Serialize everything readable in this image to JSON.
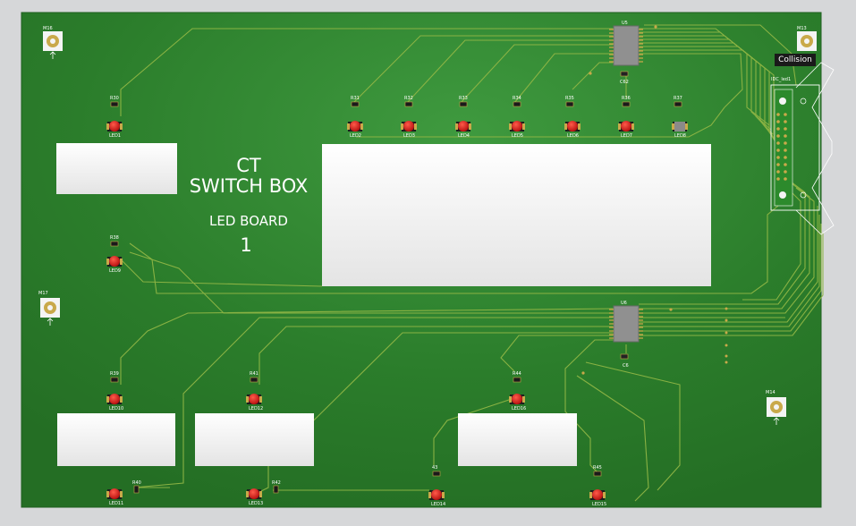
{
  "board": {
    "title_line1": "CT",
    "title_line2": "SWITCH BOX",
    "subtitle": "LED BOARD",
    "number": "1",
    "colors": {
      "board": "#2a7a2a",
      "trace": "#8fb545",
      "pad": "#c9a94a",
      "led": "#cc1515",
      "window": "#f2f2f2"
    }
  },
  "tooltip": "Collision",
  "mount_holes": [
    {
      "label": "M16"
    },
    {
      "label": "M13"
    },
    {
      "label": "M17"
    },
    {
      "label": "M14"
    }
  ],
  "ics": [
    {
      "label": "U5",
      "cap": "C62"
    },
    {
      "label": "U6",
      "cap": "C6"
    }
  ],
  "connector": {
    "label": "IDC_led1"
  },
  "resistors": [
    "R30",
    "R31",
    "R32",
    "R33",
    "R34",
    "R35",
    "R36",
    "R37",
    "R38",
    "R39",
    "R41",
    "R44",
    "R40",
    "R42",
    "43",
    "R45"
  ],
  "leds": [
    "LED1",
    "LED2",
    "LED3",
    "LED4",
    "LED5",
    "LED6",
    "LED7",
    "LED8",
    "LED9",
    "LED10",
    "LED12",
    "LED16",
    "LED11",
    "LED13",
    "LED14",
    "LED15"
  ]
}
